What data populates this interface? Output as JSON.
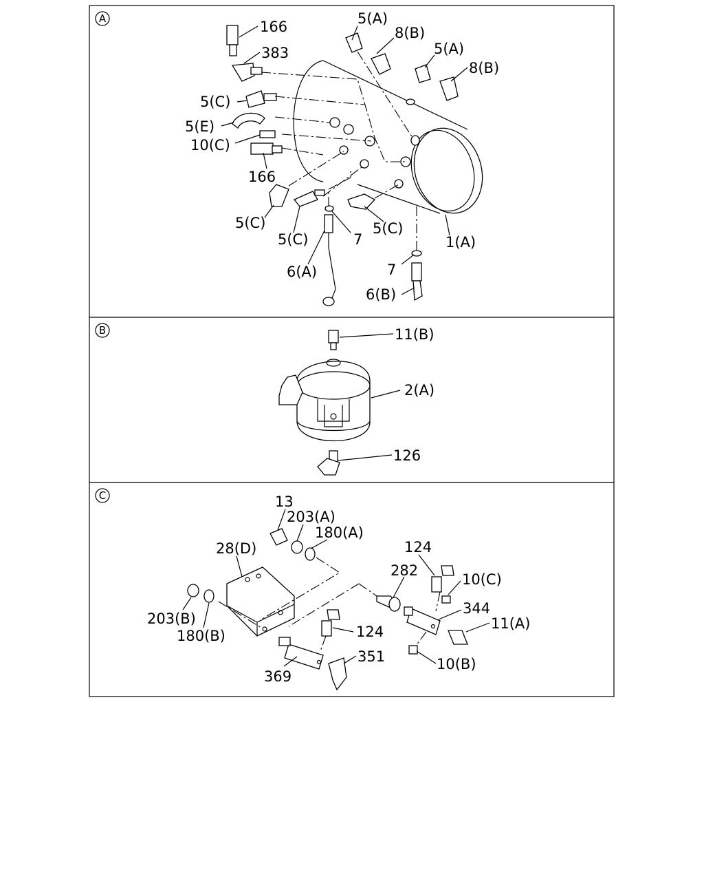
{
  "sections": [
    {
      "id": "A",
      "labels": [
        "166",
        "383",
        "5(A)",
        "8(B)",
        "5(A)",
        "8(B)",
        "5(C)",
        "5(E)",
        "10(C)",
        "166",
        "5(C)",
        "5(C)",
        "7",
        "5(C)",
        "1(A)",
        "6(A)",
        "7",
        "6(B)"
      ]
    },
    {
      "id": "B",
      "labels": [
        "11(B)",
        "2(A)",
        "126"
      ]
    },
    {
      "id": "C",
      "labels": [
        "13",
        "203(A)",
        "180(A)",
        "28(D)",
        "124",
        "282",
        "10(C)",
        "344",
        "11(A)",
        "203(B)",
        "180(B)",
        "124",
        "351",
        "10(B)",
        "369"
      ]
    }
  ]
}
